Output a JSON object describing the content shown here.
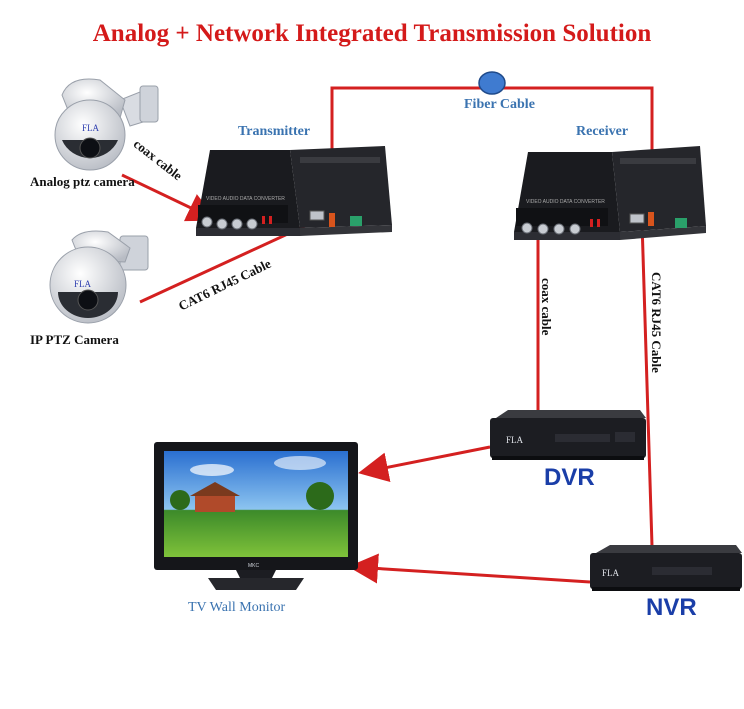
{
  "title": "Analog + Network Integrated Transmission Solution",
  "labels": {
    "fiber_cable": "Fiber Cable",
    "transmitter": "Transmitter",
    "receiver": "Receiver",
    "analog_camera": "Analog ptz camera",
    "ip_camera": "IP PTZ Camera",
    "coax_cable_tx": "coax cable",
    "cat6_tx": "CAT6 RJ45 Cable",
    "coax_cable_rx": "coax cable",
    "cat6_rx": "CAT6 RJ45 Cable",
    "dvr": "DVR",
    "nvr": "NVR",
    "monitor": "TV Wall Monitor"
  },
  "device_text": {
    "camera_brand": "FLA",
    "camera_brand_2": "FLA",
    "dvr_brand": "FLA",
    "nvr_brand": "FLA",
    "monitor_brand": "MKC",
    "converter_caption": "VIDEO AUDIO DATA CONVERTER",
    "converter_caption_2": "VIDEO AUDIO DATA CONVERTER"
  },
  "colors": {
    "title": "#d41a1a",
    "cable": "#d42020",
    "label_blue": "#3a73b0",
    "device_label": "#1a3ea8"
  }
}
